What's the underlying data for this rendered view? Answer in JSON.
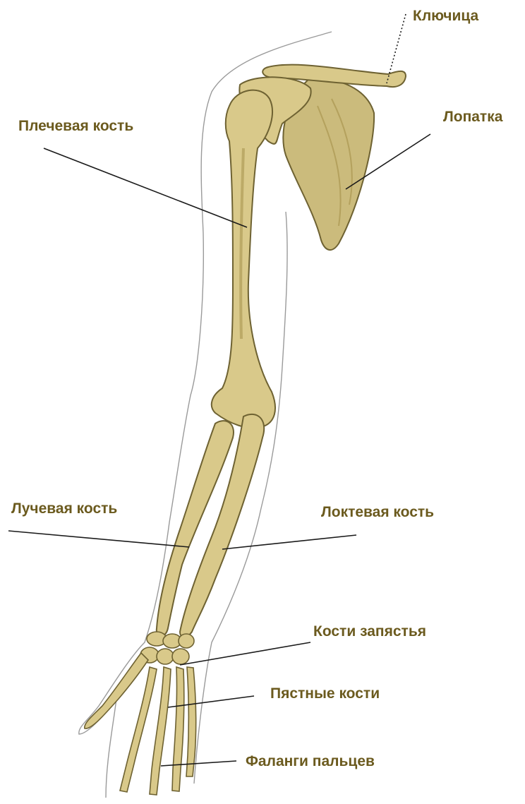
{
  "colors": {
    "label_text": "#6b5a1e",
    "bone_fill": "#d9c98a",
    "bone_shadow": "#a99650",
    "bone_outline": "#6e6232",
    "scapula_fill": "#cbbb7c",
    "skin_outline": "#9a9a9a",
    "leader_line": "#1a1a1a"
  },
  "labels": {
    "clavicle": "Ключица",
    "humerus": "Плечевая кость",
    "scapula": "Лопатка",
    "radius": "Лучевая кость",
    "ulna": "Локтевая кость",
    "carpals": "Кости запястья",
    "metacarpals": "Пястные кости",
    "phalanges": "Фаланги пальцев"
  }
}
